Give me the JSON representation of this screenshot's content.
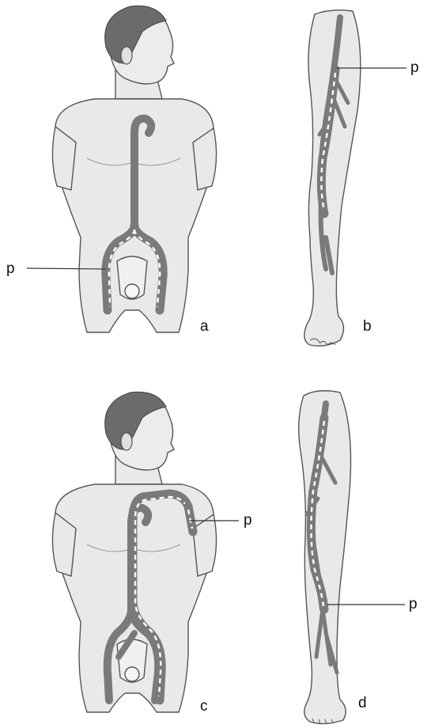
{
  "panels": [
    {
      "letter": "a",
      "pointer": "p"
    },
    {
      "letter": "b",
      "pointer": "p"
    },
    {
      "letter": "c",
      "pointer": "p"
    },
    {
      "letter": "d",
      "pointer": "p"
    }
  ],
  "colors": {
    "skin": "#e9e9e9",
    "outline": "#555555",
    "hair": "#6b6b6b",
    "vessel": "#7a7a7a",
    "vessel_highlight": "#ffffff",
    "leader_line": "#333333"
  }
}
